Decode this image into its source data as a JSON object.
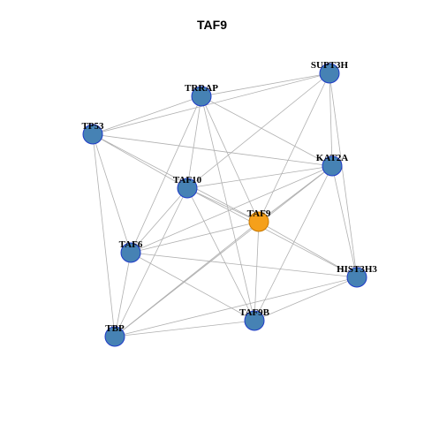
{
  "title": "TAF9",
  "colors": {
    "node_fill": "#4682B4",
    "node_stroke": "#1E3AC8",
    "focus_fill": "#F5A01A",
    "focus_stroke": "#C87800",
    "edge": "#B0B0B0"
  },
  "nodes": [
    {
      "id": "SUPT3H",
      "label": "SUPT3H",
      "focus": false
    },
    {
      "id": "TRRAP",
      "label": "TRRAP",
      "focus": false
    },
    {
      "id": "TP53",
      "label": "TP53",
      "focus": false
    },
    {
      "id": "KAT2A",
      "label": "KAT2A",
      "focus": false
    },
    {
      "id": "TAF10",
      "label": "TAF10",
      "focus": false
    },
    {
      "id": "TAF9",
      "label": "TAF9",
      "focus": true
    },
    {
      "id": "TAF6",
      "label": "TAF6",
      "focus": false
    },
    {
      "id": "HIST3H3",
      "label": "HIST3H3",
      "focus": false
    },
    {
      "id": "TAF9B",
      "label": "TAF9B",
      "focus": false
    },
    {
      "id": "TBP",
      "label": "TBP",
      "focus": false
    }
  ],
  "edges": [
    [
      "TRRAP",
      "SUPT3H"
    ],
    [
      "TP53",
      "SUPT3H"
    ],
    [
      "TAF10",
      "SUPT3H"
    ],
    [
      "KAT2A",
      "SUPT3H"
    ],
    [
      "HIST3H3",
      "SUPT3H"
    ],
    [
      "TAF9",
      "SUPT3H"
    ],
    [
      "TP53",
      "TRRAP"
    ],
    [
      "TAF10",
      "TRRAP"
    ],
    [
      "TAF6",
      "TRRAP"
    ],
    [
      "KAT2A",
      "TRRAP"
    ],
    [
      "TAF9",
      "TRRAP"
    ],
    [
      "TAF9B",
      "TRRAP"
    ],
    [
      "TP53",
      "TAF10"
    ],
    [
      "TP53",
      "TAF9"
    ],
    [
      "TP53",
      "TAF6"
    ],
    [
      "TP53",
      "TBP"
    ],
    [
      "TP53",
      "KAT2A"
    ],
    [
      "KAT2A",
      "TAF10"
    ],
    [
      "KAT2A",
      "TAF9"
    ],
    [
      "KAT2A",
      "TAF6"
    ],
    [
      "KAT2A",
      "HIST3H3"
    ],
    [
      "KAT2A",
      "TAF9B"
    ],
    [
      "KAT2A",
      "TBP"
    ],
    [
      "TAF10",
      "TAF9"
    ],
    [
      "TAF10",
      "TAF6"
    ],
    [
      "TAF10",
      "TBP"
    ],
    [
      "TAF10",
      "TAF9B"
    ],
    [
      "TAF10",
      "HIST3H3"
    ],
    [
      "TAF9",
      "TAF6"
    ],
    [
      "TAF9",
      "HIST3H3"
    ],
    [
      "TAF9",
      "TAF9B"
    ],
    [
      "TAF9",
      "TBP"
    ],
    [
      "TAF6",
      "TBP"
    ],
    [
      "TAF6",
      "HIST3H3"
    ],
    [
      "TAF6",
      "TAF9B"
    ],
    [
      "HIST3H3",
      "TAF9B"
    ],
    [
      "HIST3H3",
      "TBP"
    ],
    [
      "TAF9B",
      "TBP"
    ]
  ]
}
